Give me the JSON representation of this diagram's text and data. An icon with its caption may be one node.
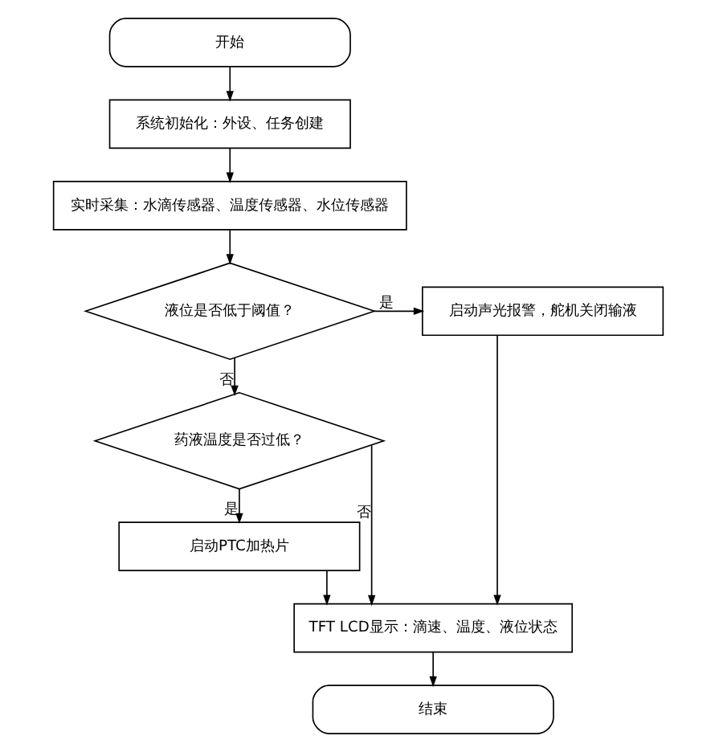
{
  "diagram": {
    "nodes": [
      {
        "text": [
          "开始"
        ]
      },
      {
        "text": [
          "系统初始化：外设、任务创建"
        ]
      },
      {
        "text": [
          "实时采集：水滴传感器、温度传感器、水位传感器"
        ]
      },
      {
        "text": [
          "液位是否低于阈值？"
        ]
      },
      {
        "text": [
          "启动声光报警，舵机关闭输液"
        ]
      },
      {
        "text": [
          "药液温度是否过低？"
        ]
      },
      {
        "text": [
          "启动PTC加热片"
        ]
      },
      {
        "text": [
          "TFT LCD显示：滴速、温度、液位状态"
        ]
      },
      {
        "text": [
          "结束"
        ]
      }
    ],
    "edges": [
      {
        "from": 0,
        "to": 1,
        "arrow": "to"
      },
      {
        "from": 1,
        "to": 2,
        "arrow": "to"
      },
      {
        "from": 2,
        "to": 3,
        "arrow": "to"
      },
      {
        "from": 3,
        "to": 4,
        "arrow": "to",
        "label": "是"
      },
      {
        "from": 3,
        "to": 5,
        "arrow": "to",
        "label": "否"
      },
      {
        "from": 5,
        "to": 6,
        "arrow": "to",
        "label": "是"
      },
      {
        "from": 5,
        "to": 7,
        "arrow": "to",
        "label": "否"
      },
      {
        "from": 6,
        "to": 7,
        "arrow": "to"
      },
      {
        "from": 4,
        "to": 7,
        "arrow": "to"
      },
      {
        "from": 7,
        "to": 8,
        "arrow": "to"
      }
    ]
  }
}
